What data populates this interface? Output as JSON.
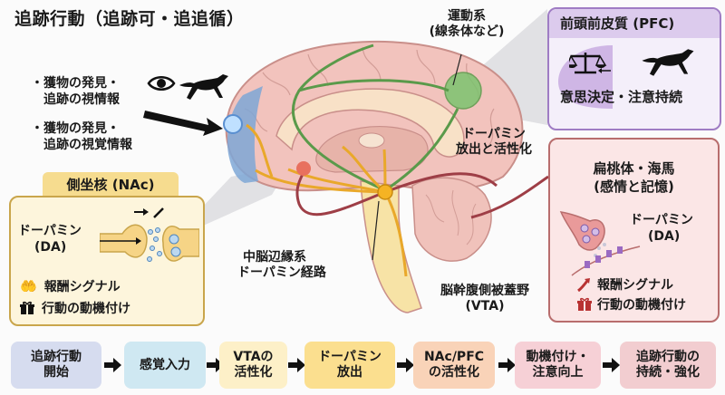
{
  "title": "追跡行動（追跡可・追追循）",
  "left_info": {
    "items": [
      {
        "line1": "・獲物の発見・",
        "line2": "追跡の視情報"
      },
      {
        "line1": "・獲物の発見・",
        "line2": "追跡の視覚情報"
      }
    ],
    "icons": [
      "eye-icon",
      "running-dog-icon",
      "arrow-right-icon"
    ]
  },
  "motor_label": {
    "line1": "運動系",
    "line2": "(線条体など)"
  },
  "dopamine_release_label": {
    "line1": "ドーパミン",
    "line2": "放出と活性化"
  },
  "mesolimbic_label": {
    "line1": "中脳辺縁系",
    "line2": "ドーパミン経路"
  },
  "vta_label": {
    "line1": "脳幹腹側被蓋野",
    "line2": "(VTA)"
  },
  "nac": {
    "tab": "側坐核 (NAc)",
    "dopamine_line1": "ドーパミン",
    "dopamine_line2": "(DA)",
    "items": [
      {
        "icon": "hand-reward-icon",
        "label": "報酬シグナル"
      },
      {
        "icon": "gift-icon",
        "label": "行動の動機付け"
      }
    ]
  },
  "pfc": {
    "header": "前頭前皮質 (PFC)",
    "caption": "意思決定・注意持続",
    "icons": [
      "scales-icon",
      "running-dog-icon"
    ]
  },
  "amygdala": {
    "title_line1": "扁桃体・海馬",
    "title_line2": "(感情と記憶)",
    "dopamine_line1": "ドーパミン",
    "dopamine_line2": "(DA)",
    "items": [
      {
        "icon": "trend-up-arrow-icon",
        "label": "報酬シグナル"
      },
      {
        "icon": "gift-icon",
        "label": "行動の動機付け"
      }
    ]
  },
  "flow": [
    {
      "line1": "追跡行動",
      "line2": "開始",
      "color": "#d6dcef"
    },
    {
      "line1": "感覚入力",
      "line2": "",
      "color": "#cfe8f2"
    },
    {
      "line1": "VTAの",
      "line2": "活性化",
      "color": "#fdf0c8"
    },
    {
      "line1": "ドーパミン",
      "line2": "放出",
      "color": "#fbdf8f"
    },
    {
      "line1": "NAc/PFC",
      "line2": "の活性化",
      "color": "#f9d3b8"
    },
    {
      "line1": "動機付け・",
      "line2": "注意向上",
      "color": "#f6d0d6"
    },
    {
      "line1": "追跡行動の",
      "line2": "持続・強化",
      "color": "#f2cdd0"
    }
  ],
  "colors": {
    "brain": "#f2c3bd",
    "brain_outline": "#c98f8a",
    "frontal_blue": "#7ea7d6",
    "striatum_green": "#7cc36f",
    "vta_orange": "#f5b323",
    "path_green": "#5a9a4a",
    "path_red": "#9e3e46",
    "nac_border": "#c9a54b",
    "pfc_border": "#9f7cc4",
    "amygdala_border": "#b86d6d"
  }
}
